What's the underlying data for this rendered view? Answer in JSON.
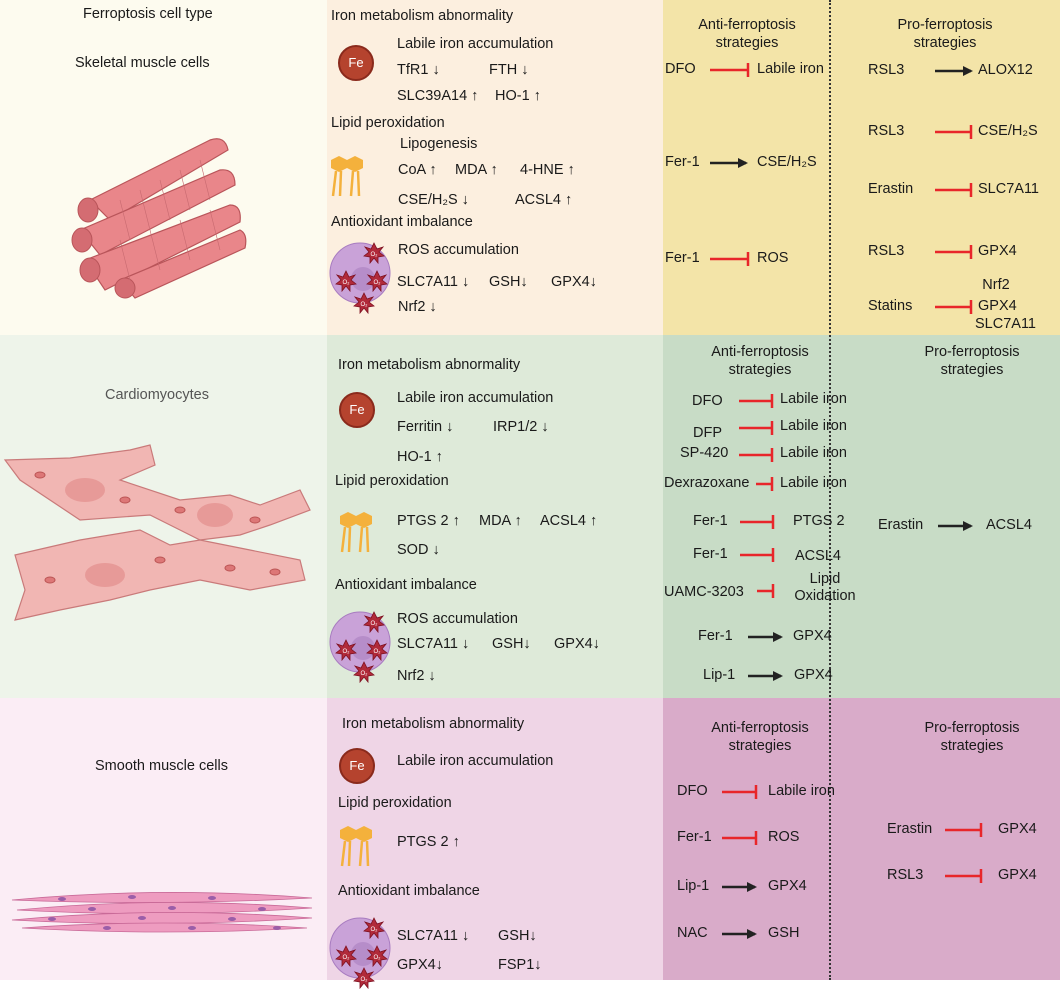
{
  "header": {
    "cell_type": "Ferroptosis cell type"
  },
  "colors": {
    "inhibit": "#e8262a",
    "activate": "#222222"
  },
  "rows": [
    {
      "cell": "Skeletal muscle cells",
      "iron": {
        "title": "Iron metabolism abnormality",
        "sub": "Labile iron accumulation",
        "items": [
          "TfR1 ↓",
          "FTH ↓",
          "SLC39A14 ↑",
          "HO-1 ↑"
        ]
      },
      "lipid": {
        "title": "Lipid peroxidation",
        "sub": "Lipogenesis",
        "items": [
          "CoA ↑",
          "MDA ↑",
          "4-HNE ↑",
          "CSE/H₂S ↓",
          "ACSL4 ↑"
        ]
      },
      "antiox": {
        "title": "Antioxidant imbalance",
        "sub": "ROS accumulation",
        "items": [
          "SLC7A11 ↓",
          "GSH↓",
          "GPX4↓",
          "Nrf2 ↓"
        ]
      },
      "anti": {
        "title": "Anti-ferroptosis strategies",
        "items": [
          {
            "drug": "DFO",
            "type": "inhibit",
            "target": "Labile iron"
          },
          {
            "drug": "Fer-1",
            "type": "activate",
            "target": "CSE/H₂S"
          },
          {
            "drug": "Fer-1",
            "type": "inhibit",
            "target": "ROS"
          }
        ]
      },
      "pro": {
        "title": "Pro-ferroptosis strategies",
        "items": [
          {
            "drug": "RSL3",
            "type": "activate",
            "target": "ALOX12"
          },
          {
            "drug": "RSL3",
            "type": "inhibit",
            "target": "CSE/H₂S"
          },
          {
            "drug": "Erastin",
            "type": "inhibit",
            "target": "SLC7A11"
          },
          {
            "drug": "RSL3",
            "type": "inhibit",
            "target": "GPX4"
          },
          {
            "drug": "Statins",
            "type": "inhibit",
            "targets": [
              "Nrf2",
              "GPX4",
              "SLC7A11"
            ]
          }
        ]
      }
    },
    {
      "cell": "Cardiomyocytes",
      "iron": {
        "title": "Iron metabolism abnormality",
        "sub": "Labile iron accumulation",
        "items": [
          "Ferritin ↓",
          "IRP1/2 ↓",
          "HO-1 ↑"
        ]
      },
      "lipid": {
        "title": "Lipid peroxidation",
        "items": [
          "PTGS 2 ↑",
          "MDA ↑",
          "ACSL4 ↑",
          "SOD ↓"
        ]
      },
      "antiox": {
        "title": "Antioxidant imbalance",
        "sub": "ROS accumulation",
        "items": [
          "SLC7A11 ↓",
          "GSH↓",
          "GPX4↓",
          "Nrf2 ↓"
        ]
      },
      "anti": {
        "title": "Anti-ferroptosis strategies",
        "items": [
          {
            "drug": "DFO",
            "type": "inhibit",
            "target": "Labile iron"
          },
          {
            "drug": "DFP",
            "type": "inhibit",
            "target": "Labile iron"
          },
          {
            "drug": "SP-420",
            "type": "inhibit",
            "target": "Labile iron"
          },
          {
            "drug": "Dexrazoxane",
            "type": "inhibit",
            "target": "Labile iron"
          },
          {
            "drug": "Fer-1",
            "type": "inhibit",
            "target": "PTGS 2"
          },
          {
            "drug": "Fer-1",
            "type": "inhibit",
            "target": "ACSL4"
          },
          {
            "drug": "UAMC-3203",
            "type": "inhibit",
            "target": "Lipid Oxidation"
          },
          {
            "drug": "Fer-1",
            "type": "activate",
            "target": "GPX4"
          },
          {
            "drug": "Lip-1",
            "type": "activate",
            "target": "GPX4"
          }
        ]
      },
      "pro": {
        "title": "Pro-ferroptosis strategies",
        "items": [
          {
            "drug": "Erastin",
            "type": "activate",
            "target": "ACSL4"
          }
        ]
      }
    },
    {
      "cell": "Smooth muscle cells",
      "iron": {
        "title": "Iron metabolism abnormality",
        "sub": "Labile iron accumulation",
        "items": []
      },
      "lipid": {
        "title": "Lipid peroxidation",
        "items": [
          "PTGS 2 ↑"
        ]
      },
      "antiox": {
        "title": "Antioxidant imbalance",
        "items": [
          "SLC7A11 ↓",
          "GSH↓",
          "GPX4↓",
          "FSP1↓"
        ]
      },
      "anti": {
        "title": "Anti-ferroptosis strategies",
        "items": [
          {
            "drug": "DFO",
            "type": "inhibit",
            "target": "Labile iron"
          },
          {
            "drug": "Fer-1",
            "type": "inhibit",
            "target": "ROS"
          },
          {
            "drug": "Lip-1",
            "type": "activate",
            "target": "GPX4"
          },
          {
            "drug": "NAC",
            "type": "activate",
            "target": "GSH"
          }
        ]
      },
      "pro": {
        "title": "Pro-ferroptosis strategies",
        "items": [
          {
            "drug": "Erastin",
            "type": "inhibit",
            "target": "GPX4"
          },
          {
            "drug": "RSL3",
            "type": "inhibit",
            "target": "GPX4"
          }
        ]
      }
    }
  ],
  "icons": {
    "fe_label": "Fe"
  }
}
